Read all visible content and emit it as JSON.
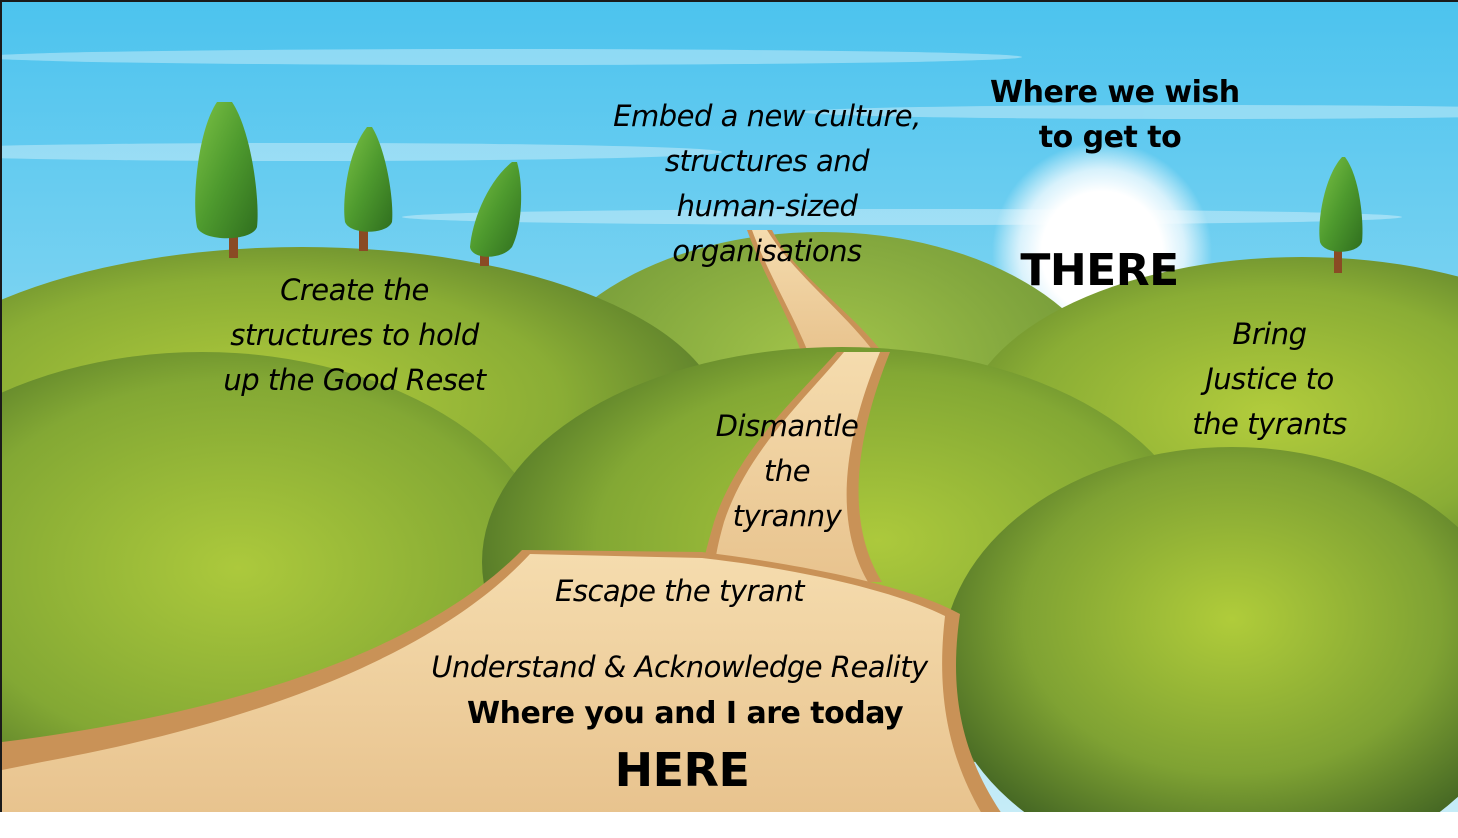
{
  "slide": {
    "destination": {
      "caption_lines": [
        "Where we wish",
        "to get to"
      ],
      "title": "THERE"
    },
    "origin": {
      "caption": "Where you and I are today",
      "title": "HERE"
    },
    "steps": {
      "understand": "Understand & Acknowledge Reality",
      "escape": "Escape the tyrant",
      "dismantle_lines": [
        "Dismantle",
        "the",
        "tyranny"
      ],
      "create_lines": [
        "Create the",
        "structures to hold",
        "up the Good Reset"
      ],
      "justice_lines": [
        "Bring",
        "Justice to",
        "the tyrants"
      ],
      "embed_lines": [
        "Embed a new culture,",
        "structures and",
        "human-sized",
        "organisations"
      ]
    },
    "colors": {
      "sky_top": "#4cc3ee",
      "sky_bottom": "#c6ecf7",
      "hill_light": "#a9c73a",
      "hill_mid": "#7fa233",
      "hill_dark": "#4a6e25",
      "path_light": "#f5dcae",
      "path_edge": "#c99257",
      "tree_green": "#4e9a2e",
      "trunk": "#8a4b24",
      "sun": "#ffffff"
    }
  }
}
